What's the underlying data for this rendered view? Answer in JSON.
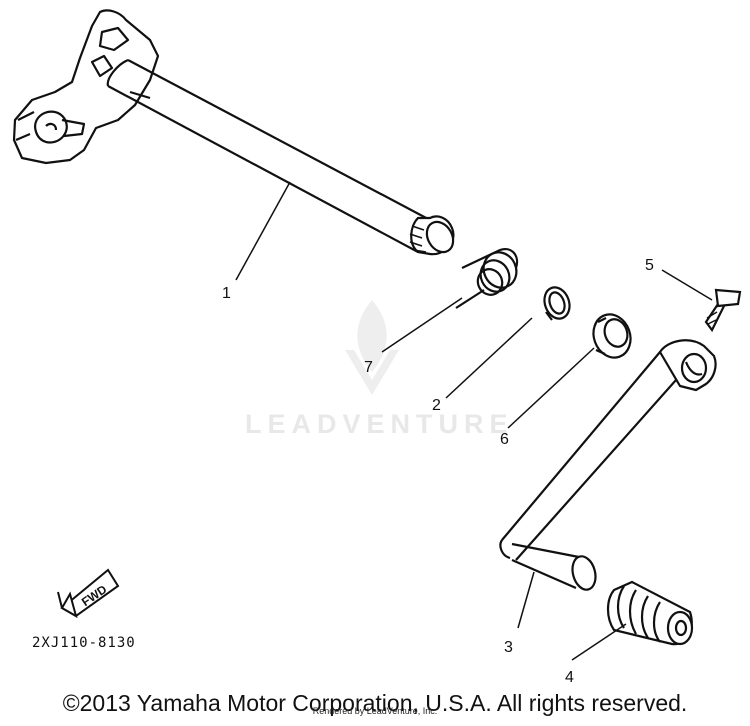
{
  "diagram": {
    "diagram_code": "2XJ110-8130",
    "fwd_label": "FWD",
    "watermark": "LEADVENTURE",
    "callouts": [
      "1",
      "2",
      "3",
      "4",
      "5",
      "6",
      "7"
    ]
  },
  "footer": {
    "copyright": "©2013 Yamaha Motor Corporation, U.S.A. All rights reserved.",
    "rendered_by": "Rendered by LeadVenture, Inc."
  }
}
